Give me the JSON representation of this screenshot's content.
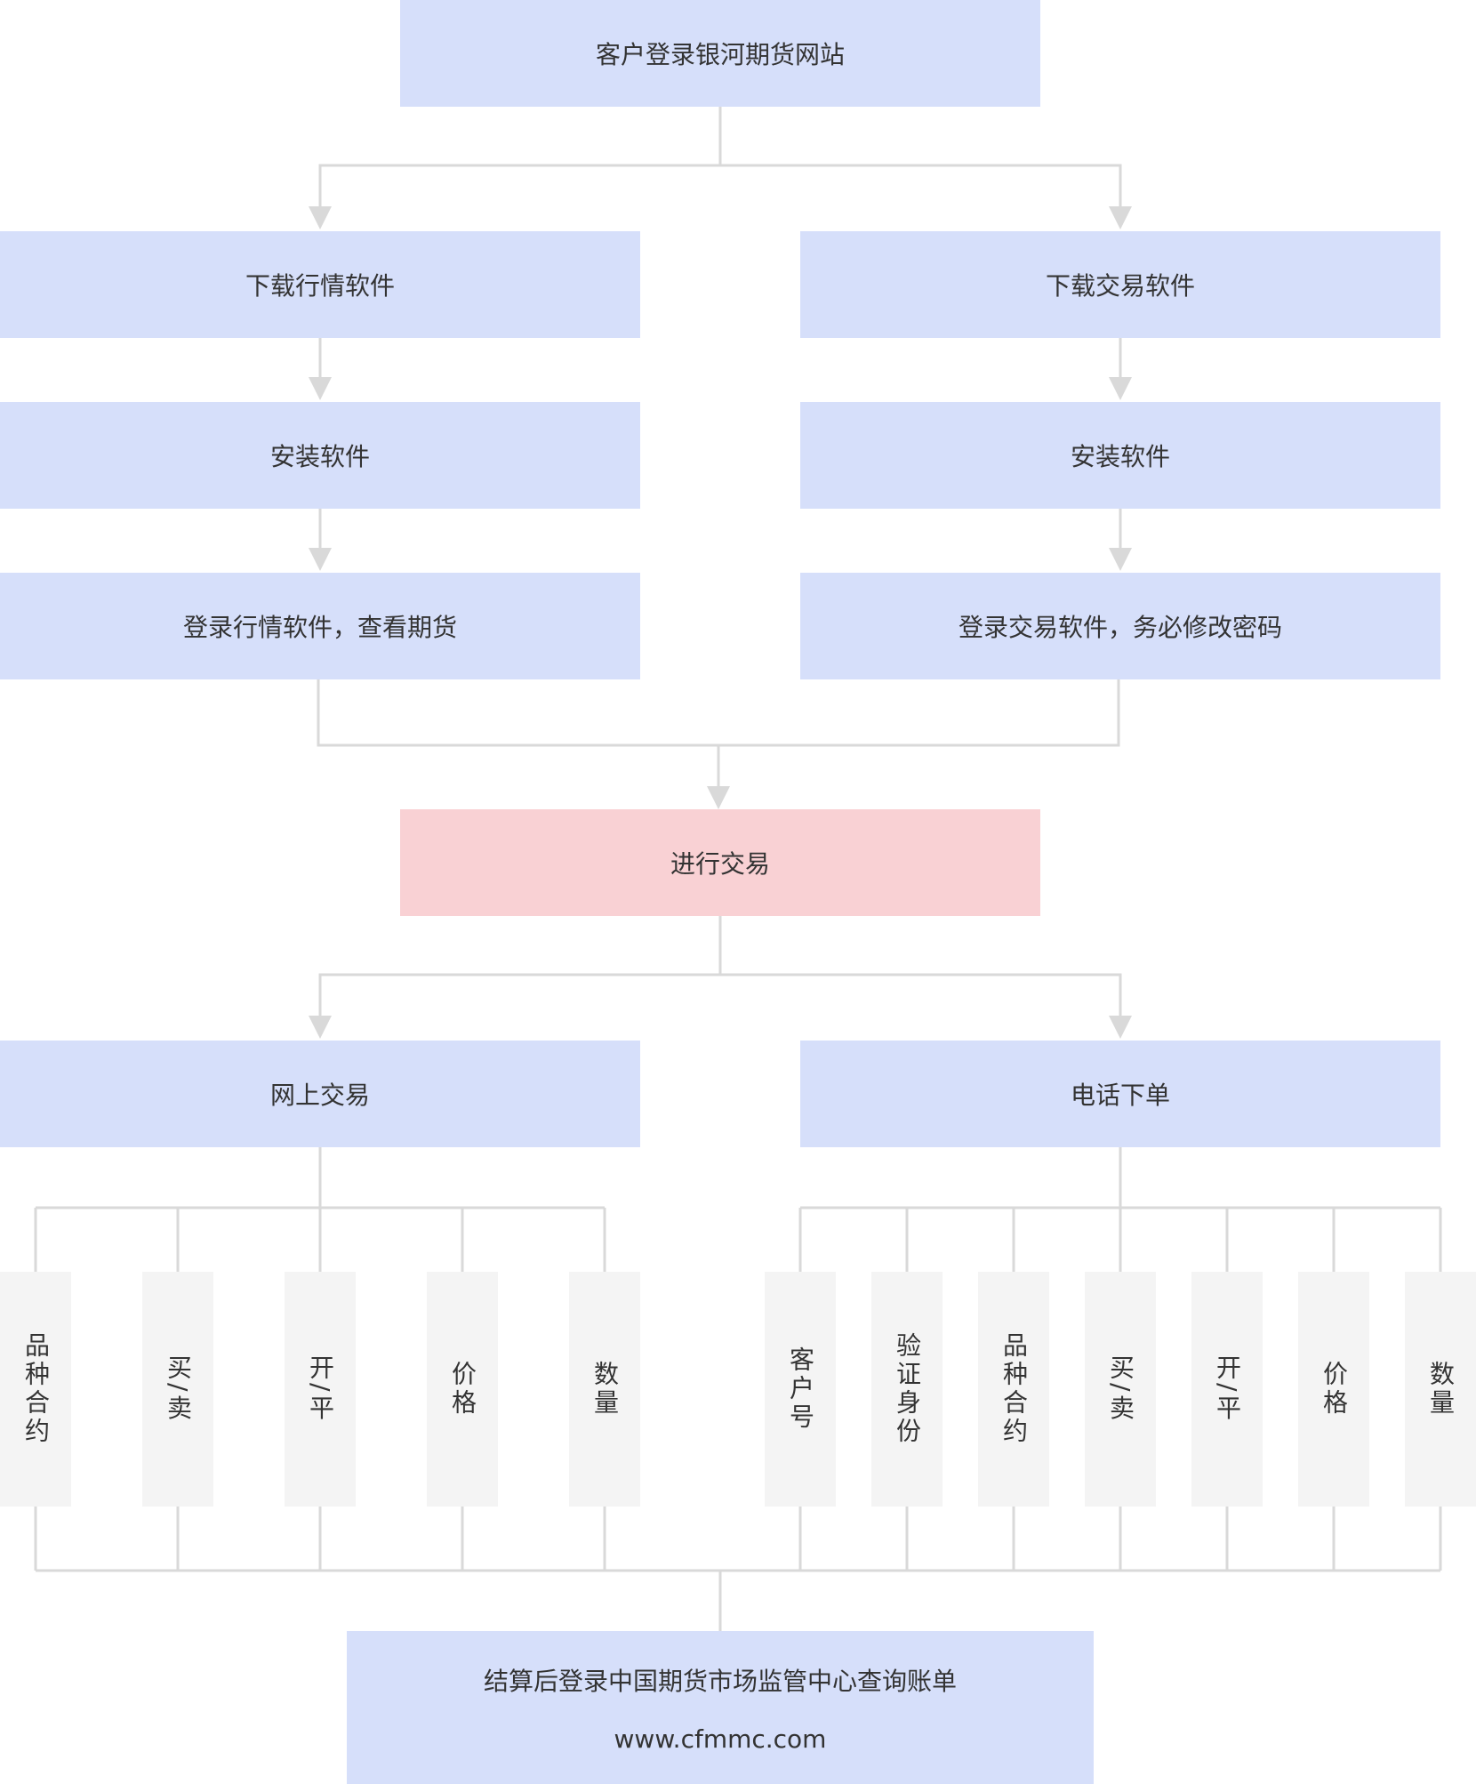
{
  "nodes": {
    "login_site": "客户登录银河期货网站",
    "download_market": "下载行情软件",
    "download_trade": "下载交易软件",
    "install_market": "安装软件",
    "install_trade": "安装软件",
    "login_market": "登录行情软件，查看期货",
    "login_trade": "登录交易软件，务必修改密码",
    "trade": "进行交易",
    "online_trade": "网上交易",
    "phone_order": "电话下单",
    "online_items": [
      "品种合约",
      "买/卖",
      "开/平",
      "价格",
      "数量"
    ],
    "phone_items": [
      "客户号",
      "验证身份",
      "品种合约",
      "买/卖",
      "开/平",
      "价格",
      "数量"
    ],
    "final_line1": "结算后登录中国期货市场监管中心查询账单",
    "final_line2": "www.cfmmc.com"
  },
  "colors": {
    "box_blue": "#d6dffa",
    "box_pink": "#f9d1d4",
    "box_grey": "#f4f4f4",
    "connector": "#d9d9d9"
  }
}
